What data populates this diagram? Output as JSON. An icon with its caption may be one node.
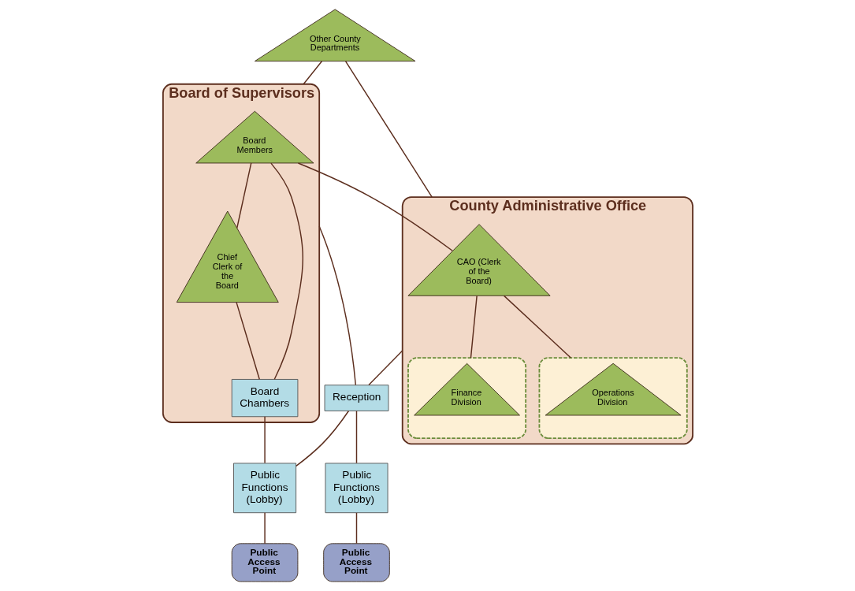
{
  "diagram": {
    "nodes": [
      {
        "text": [
          "Other County Departments"
        ]
      },
      {
        "text": [
          "Board of Supervisors"
        ]
      },
      {
        "text": [
          "Board Members"
        ],
        "in": 1
      },
      {
        "text": [
          "Chief Clerk of the Board"
        ],
        "in": 1
      },
      {
        "text": [
          "Board Chambers"
        ],
        "in": 1
      },
      {
        "text": [
          "County Administrative Office"
        ]
      },
      {
        "text": [
          "CAO (Clerk of the Board)"
        ],
        "in": 5
      },
      {
        "text": [],
        "shape": "box",
        "in": 5
      },
      {
        "text": [
          "Finance Division"
        ],
        "in": 7
      },
      {
        "text": [],
        "shape": "box",
        "in": 5
      },
      {
        "text": [
          "Operations Division"
        ],
        "in": 9
      },
      {
        "text": [
          "Reception"
        ]
      },
      {
        "text": [
          "Public Functions (Lobby)"
        ]
      },
      {
        "text": [
          "Public Functions (Lobby)"
        ]
      },
      {
        "text": [
          "Public Access Point"
        ]
      },
      {
        "text": [
          "Public Access Point"
        ]
      }
    ],
    "edges": [
      {
        "from": 0,
        "to": 1,
        "arrow": "none"
      },
      {
        "from": 0,
        "to": 5,
        "arrow": "none"
      },
      {
        "from": 2,
        "to": 6,
        "arrow": "none"
      },
      {
        "from": 2,
        "to": 3,
        "arrow": "none"
      },
      {
        "from": 2,
        "to": 4,
        "arrow": "none"
      },
      {
        "from": 3,
        "to": 4,
        "arrow": "none"
      },
      {
        "from": 1,
        "to": 11,
        "arrow": "none"
      },
      {
        "from": 5,
        "to": 11,
        "arrow": "none"
      },
      {
        "from": 6,
        "to": 7,
        "arrow": "none"
      },
      {
        "from": 6,
        "to": 9,
        "arrow": "none"
      },
      {
        "from": 4,
        "to": 12,
        "arrow": "none"
      },
      {
        "from": 11,
        "to": 12,
        "arrow": "none"
      },
      {
        "from": 11,
        "to": 13,
        "arrow": "none"
      },
      {
        "from": 12,
        "to": 14,
        "arrow": "none"
      },
      {
        "from": 13,
        "to": 15,
        "arrow": "none"
      }
    ]
  }
}
